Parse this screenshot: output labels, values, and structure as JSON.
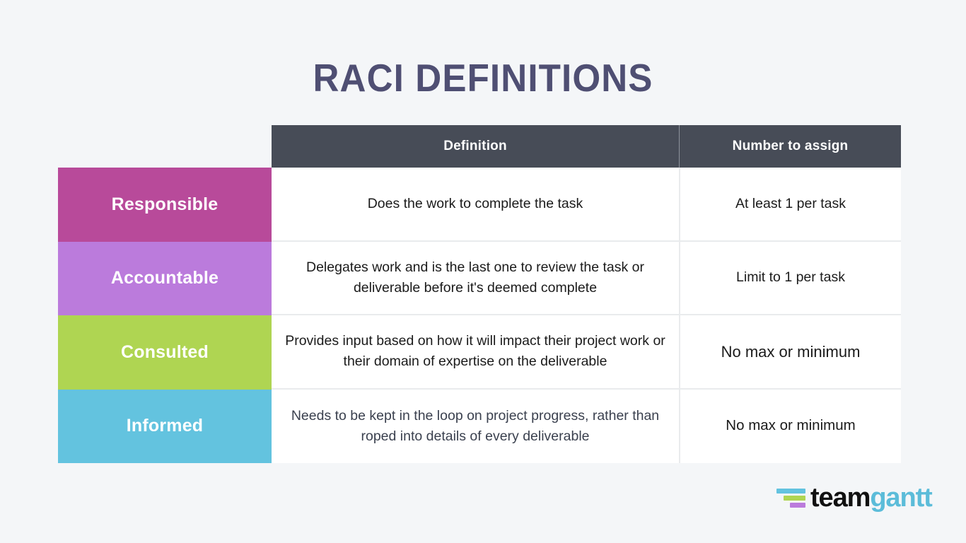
{
  "page": {
    "title": "RACI DEFINITIONS",
    "background_color": "#f4f6f8",
    "title_color": "#4f4f73"
  },
  "table": {
    "header": {
      "label_column": "",
      "definition_column": "Definition",
      "number_column": "Number to assign",
      "background_color": "#474c57",
      "text_color": "#ffffff"
    },
    "rows": [
      {
        "label": "Responsible",
        "color": "#b84a9a",
        "definition": "Does the work to complete the task",
        "number_to_assign": "At least 1 per task"
      },
      {
        "label": "Accountable",
        "color": "#bb7bdc",
        "definition": "Delegates work and is the last one to review the task or deliverable before it's deemed complete",
        "number_to_assign": "Limit to 1 per task"
      },
      {
        "label": "Consulted",
        "color": "#afd552",
        "definition": "Provides input based on how it will impact their project work or their domain of expertise on the deliverable",
        "number_to_assign": "No max or minimum"
      },
      {
        "label": "Informed",
        "color": "#63c3df",
        "definition": "Needs to be kept in the loop on project progress, rather than roped into details of every deliverable",
        "number_to_assign": "No max or minimum"
      }
    ]
  },
  "logo": {
    "word_primary": "team",
    "word_secondary": "gantt",
    "bar_colors": [
      "#63c3df",
      "#afd552",
      "#bb7bdc"
    ],
    "primary_color": "#111111",
    "secondary_color": "#5bbcd9"
  }
}
